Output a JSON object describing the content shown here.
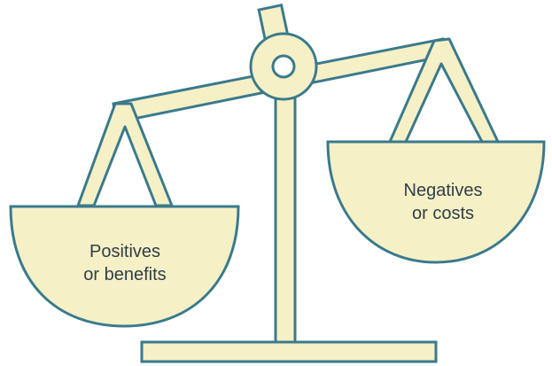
{
  "diagram": {
    "left_pan": {
      "line1": "Positives",
      "line2": "or benefits"
    },
    "right_pan": {
      "line1": "Negatives",
      "line2": "or costs"
    },
    "colors": {
      "fill": "#f6f0c7",
      "stroke": "#3a7a8c",
      "text": "#2f3e46",
      "background": "#ffffff"
    }
  }
}
